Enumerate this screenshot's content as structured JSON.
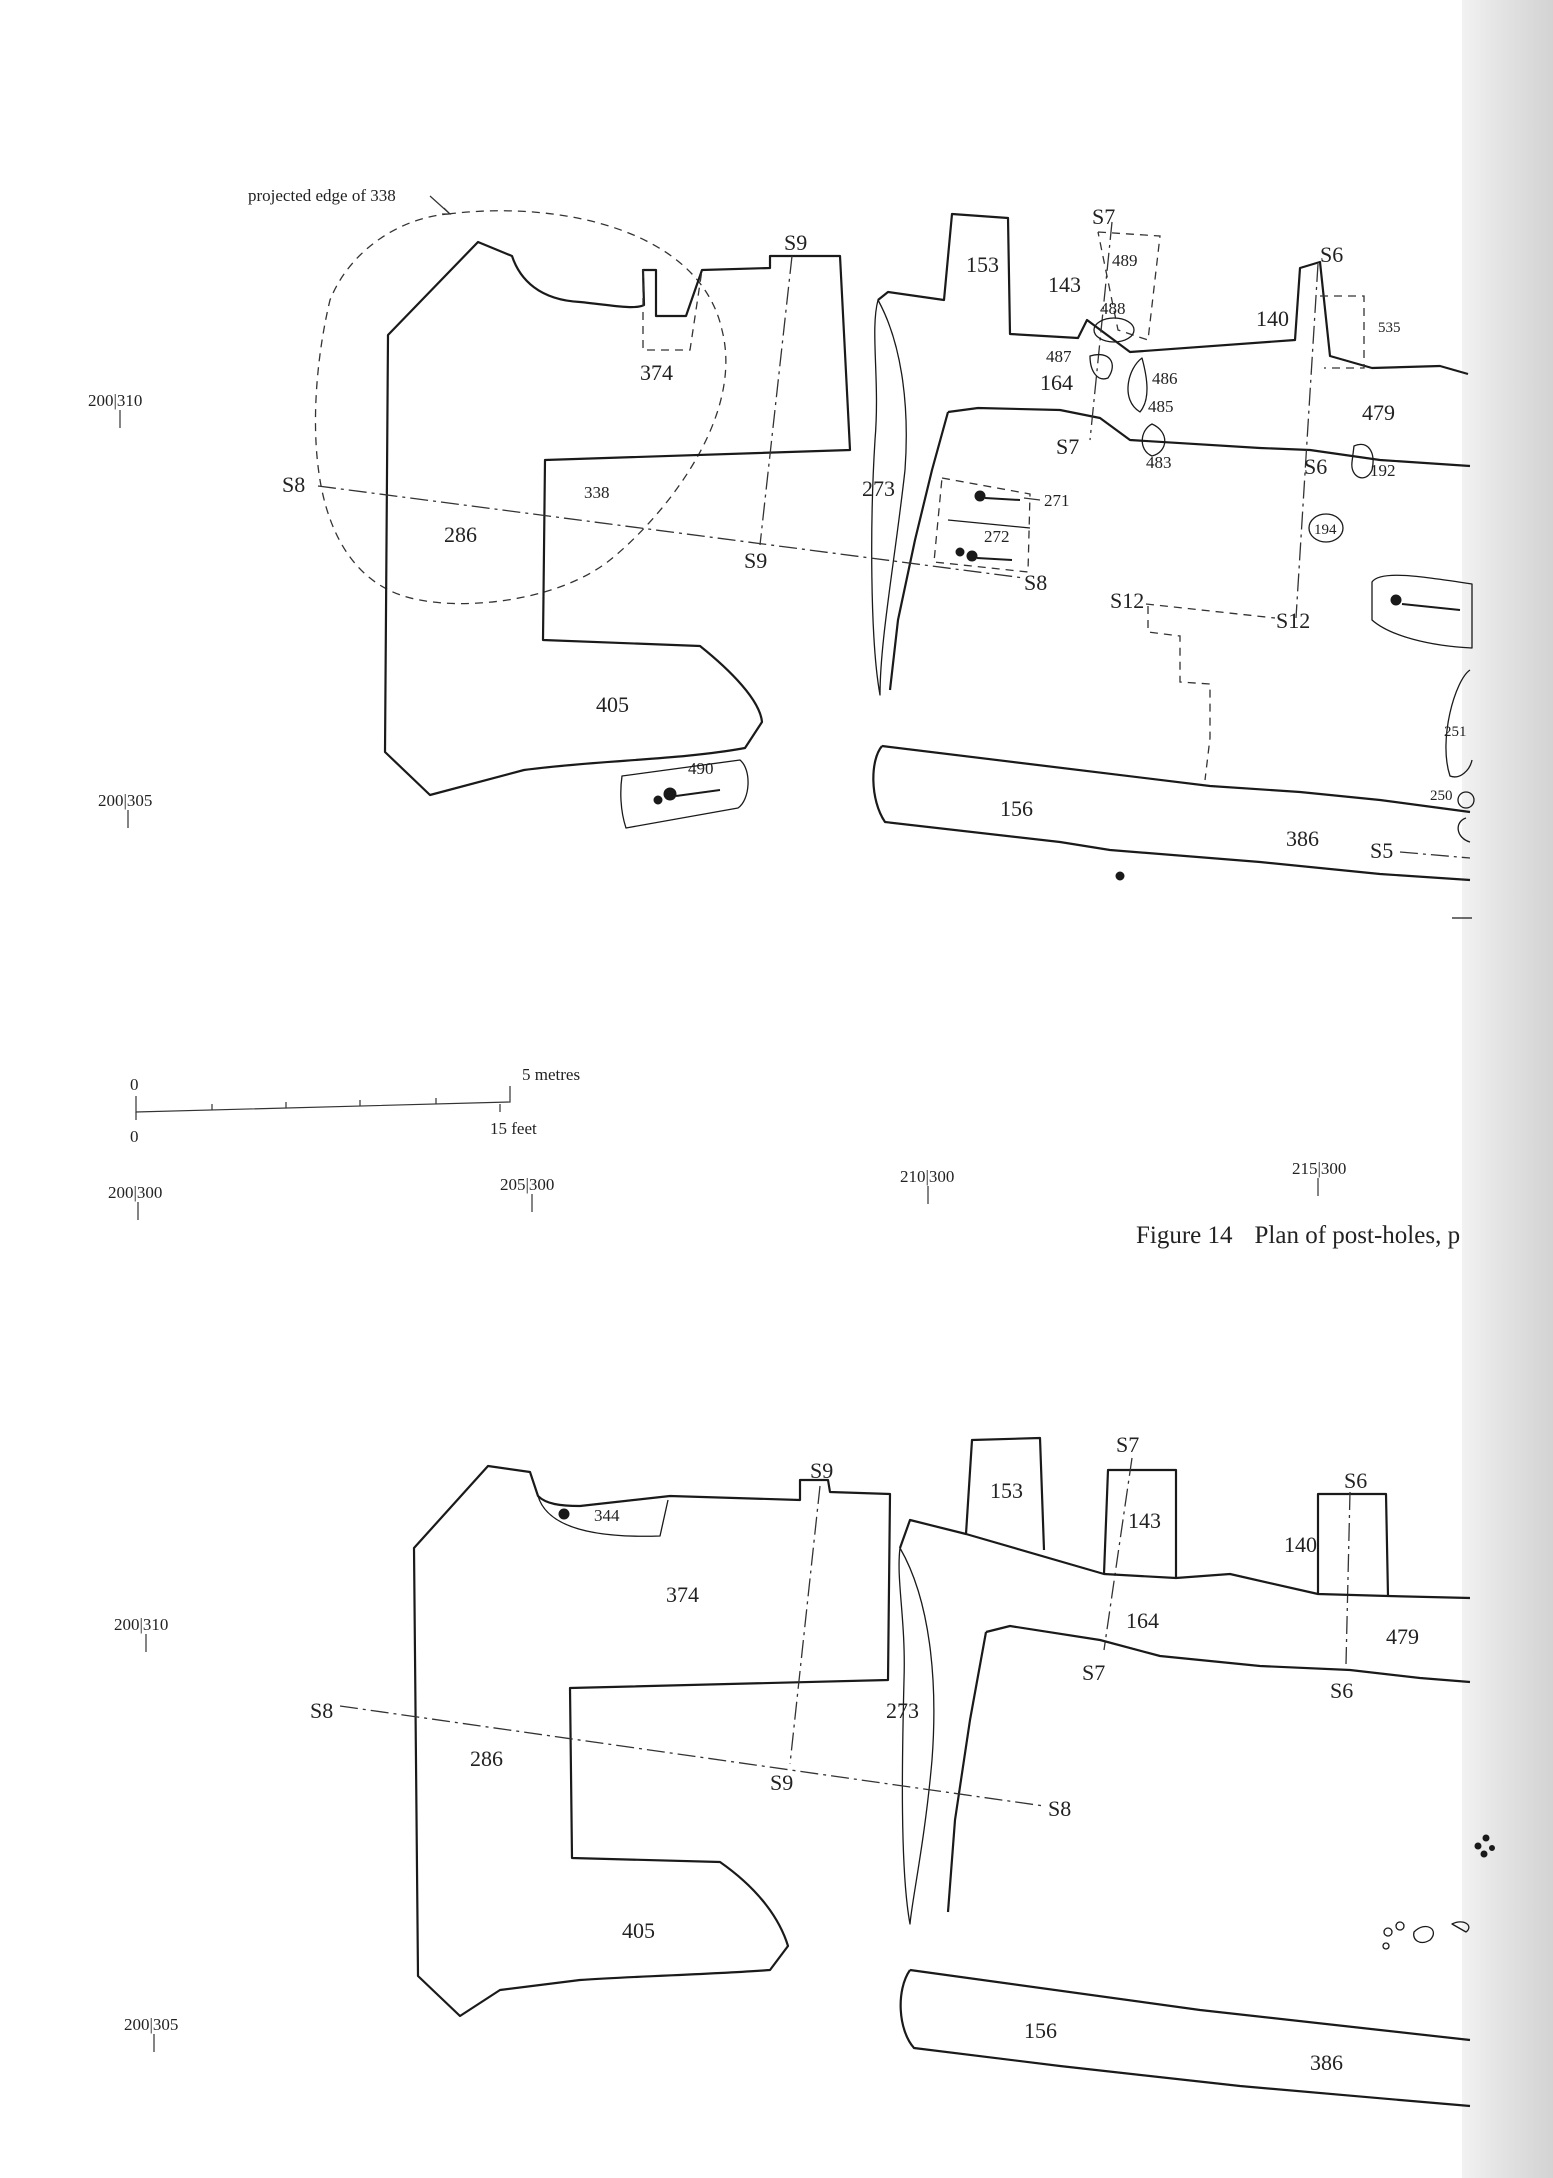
{
  "figure": {
    "number": "Figure 14",
    "title": "Plan of post-holes, p"
  },
  "top_plan": {
    "annotation": "projected edge of 338",
    "features": [
      "153",
      "489",
      "143",
      "488",
      "487",
      "164",
      "486",
      "485",
      "483",
      "140",
      "535",
      "479",
      "374",
      "338",
      "286",
      "273",
      "271",
      "272",
      "405",
      "490",
      "156",
      "386",
      "192",
      "194",
      "251",
      "250"
    ],
    "sections": [
      "S7",
      "S7",
      "S6",
      "S6",
      "S9",
      "S9",
      "S8",
      "S8",
      "S12",
      "S12",
      "S5"
    ],
    "grid_refs": [
      "200|310",
      "200|305",
      "200|300",
      "205|300",
      "210|300",
      "215|300"
    ]
  },
  "scale_bar": {
    "metric_zero": "0",
    "metric_end": "5 metres",
    "imperial_zero": "0",
    "imperial_end": "15 feet"
  },
  "bottom_plan": {
    "features": [
      "344",
      "153",
      "143",
      "140",
      "374",
      "164",
      "479",
      "273",
      "286",
      "405",
      "156",
      "386"
    ],
    "sections": [
      "S9",
      "S9",
      "S7",
      "S7",
      "S6",
      "S6",
      "S8",
      "S8"
    ],
    "grid_refs": [
      "200|310",
      "200|305"
    ]
  }
}
